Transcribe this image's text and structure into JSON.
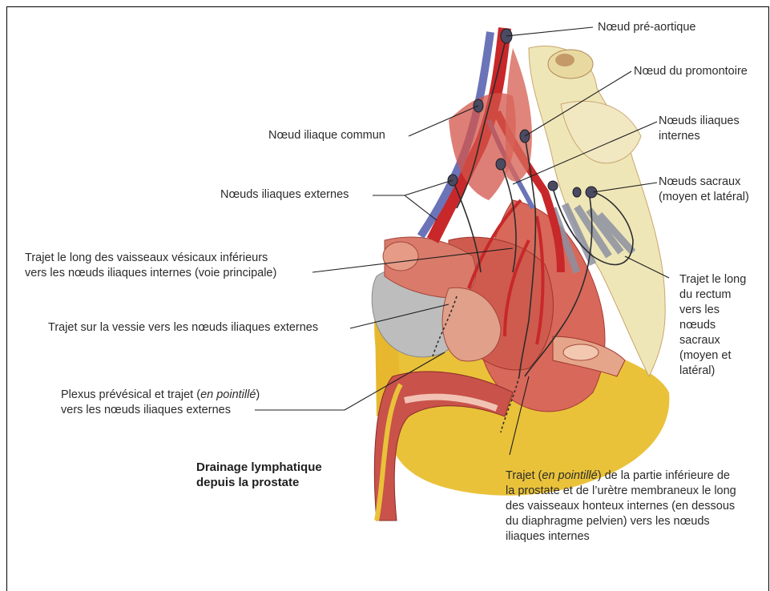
{
  "title": {
    "line1": "Drainage lymphatique",
    "line2": "depuis la prostate"
  },
  "labels": {
    "pre_aortic": "Nœud pré-aortique",
    "promontory": "Nœud du promontoire",
    "internal_iliac_1": "Nœuds iliaques",
    "internal_iliac_2": "internes",
    "common_iliac": "Nœud iliaque commun",
    "sacral_1": "Nœuds sacraux",
    "sacral_2": "(moyen et latéral)",
    "external_iliac": "Nœuds iliaques externes",
    "vesical_1": "Trajet le long des vaisseaux vésicaux inférieurs",
    "vesical_2": "vers les nœuds iliaques internes (voie principale)",
    "bladder_route": "Trajet sur la vessie vers les nœuds iliaques externes",
    "plexus_1a": "Plexus prévésical et trajet (",
    "plexus_1b": "en pointillé",
    "plexus_1c": ")",
    "plexus_2": "vers les nœuds iliaques externes",
    "rectum_1": "Trajet le long",
    "rectum_2": "du rectum",
    "rectum_3": "vers les",
    "rectum_4": "nœuds",
    "rectum_5": "sacraux",
    "rectum_6": "(moyen et",
    "rectum_7": "latéral)",
    "pudendal_1a": "Trajet (",
    "pudendal_1b": "en pointillé",
    "pudendal_1c": ") de la partie inférieure de",
    "pudendal_2": "la prostate et de l’urètre membraneux le long",
    "pudendal_3": "des vaisseaux honteux internes (en dessous",
    "pudendal_4": "du diaphragme pelvien) vers les nœuds",
    "pudendal_5": "iliaques internes"
  },
  "colors": {
    "artery": "#c8282a",
    "vein": "#6b74b8",
    "muscle": "#d8685a",
    "bone": "#efe6b8",
    "fat": "#e9c23a",
    "bladder": "#bdbdbd",
    "lymph": "#2c2c2c"
  }
}
